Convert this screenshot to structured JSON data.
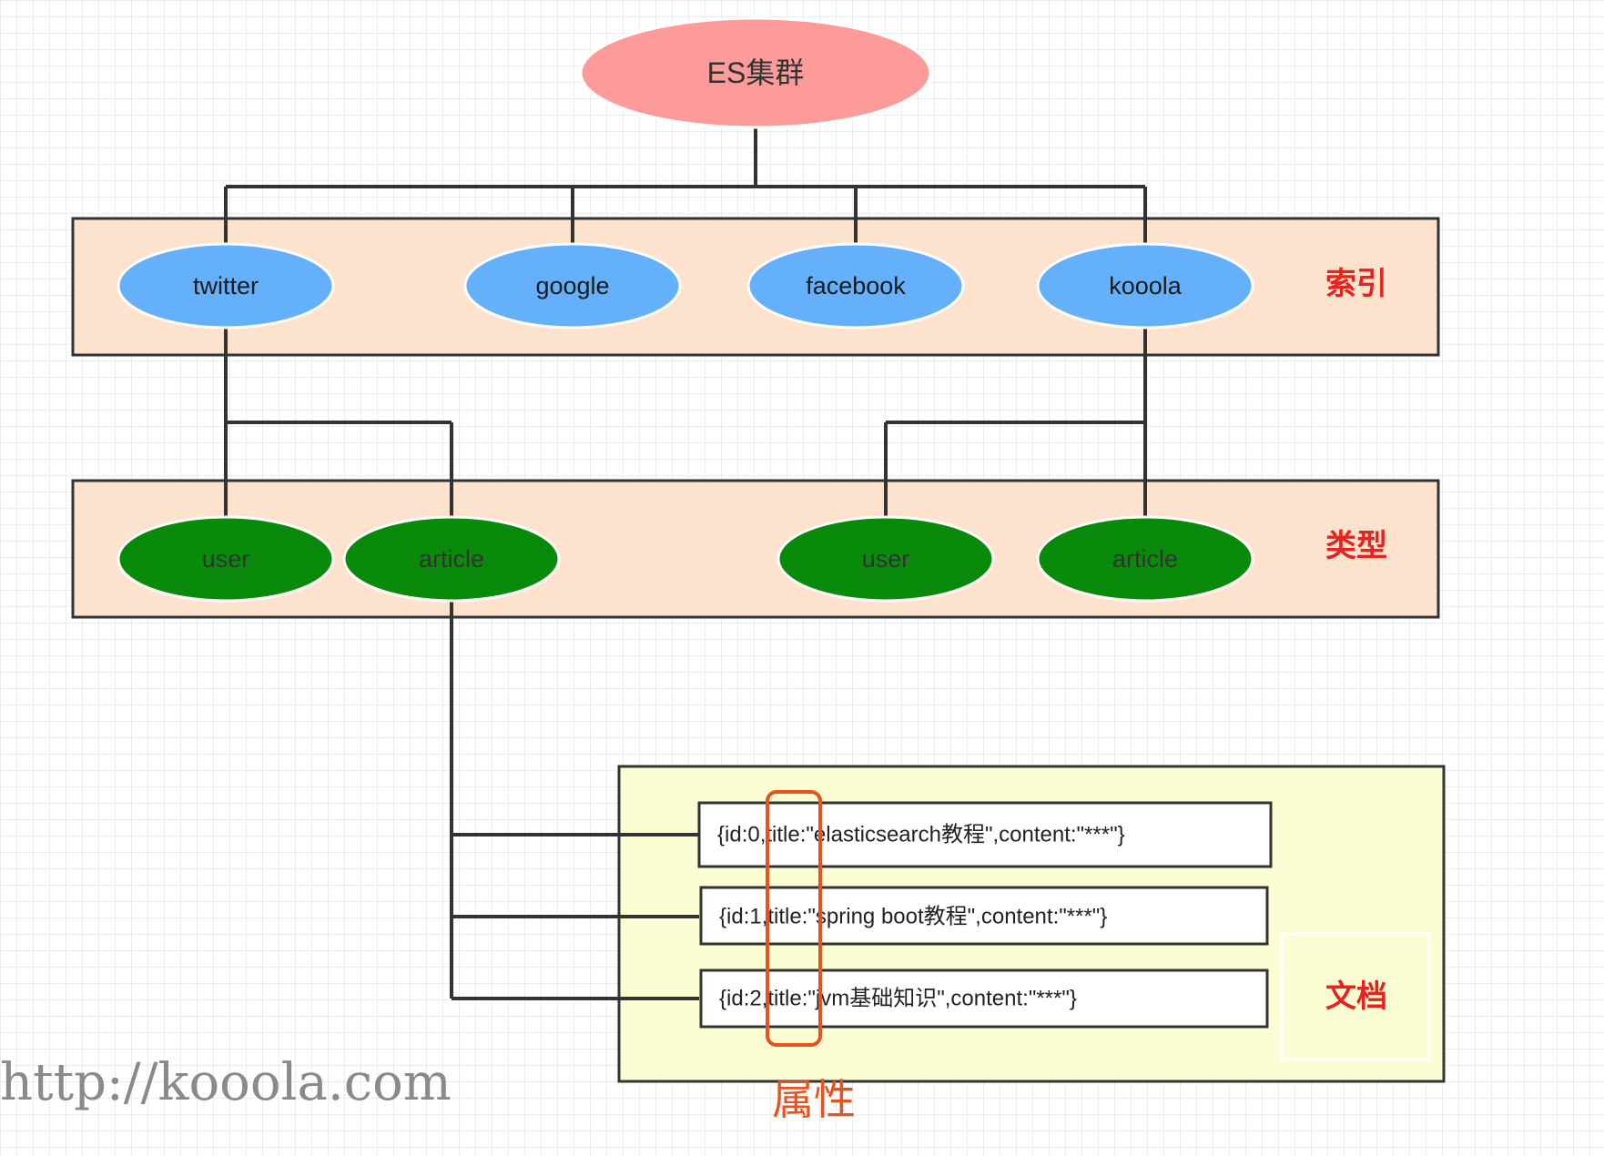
{
  "root": {
    "label": "ES集群",
    "color": "#fd9b9b"
  },
  "indexes": {
    "label": "索引",
    "panel_color": "#fde3ce",
    "node_color": "#64b0fb",
    "items": [
      "twitter",
      "google",
      "facebook",
      "kooola"
    ]
  },
  "types": {
    "label": "类型",
    "panel_color": "#fde3ce",
    "node_color": "#0a8a0a",
    "items": [
      "user",
      "article",
      "user",
      "article"
    ]
  },
  "documents": {
    "label": "文档",
    "panel_color": "#fdfdd3",
    "items": [
      "{id:0,title:\"elasticsearch教程\",content:\"***\"}",
      "{id:1,title:\"spring boot教程\",content:\"***\"}",
      "{id:2,title:\"jvm基础知识\",content:\"***\"}"
    ]
  },
  "attribute": {
    "label": "属性",
    "color": "#e8521f"
  },
  "watermark": "http://kooola.com"
}
